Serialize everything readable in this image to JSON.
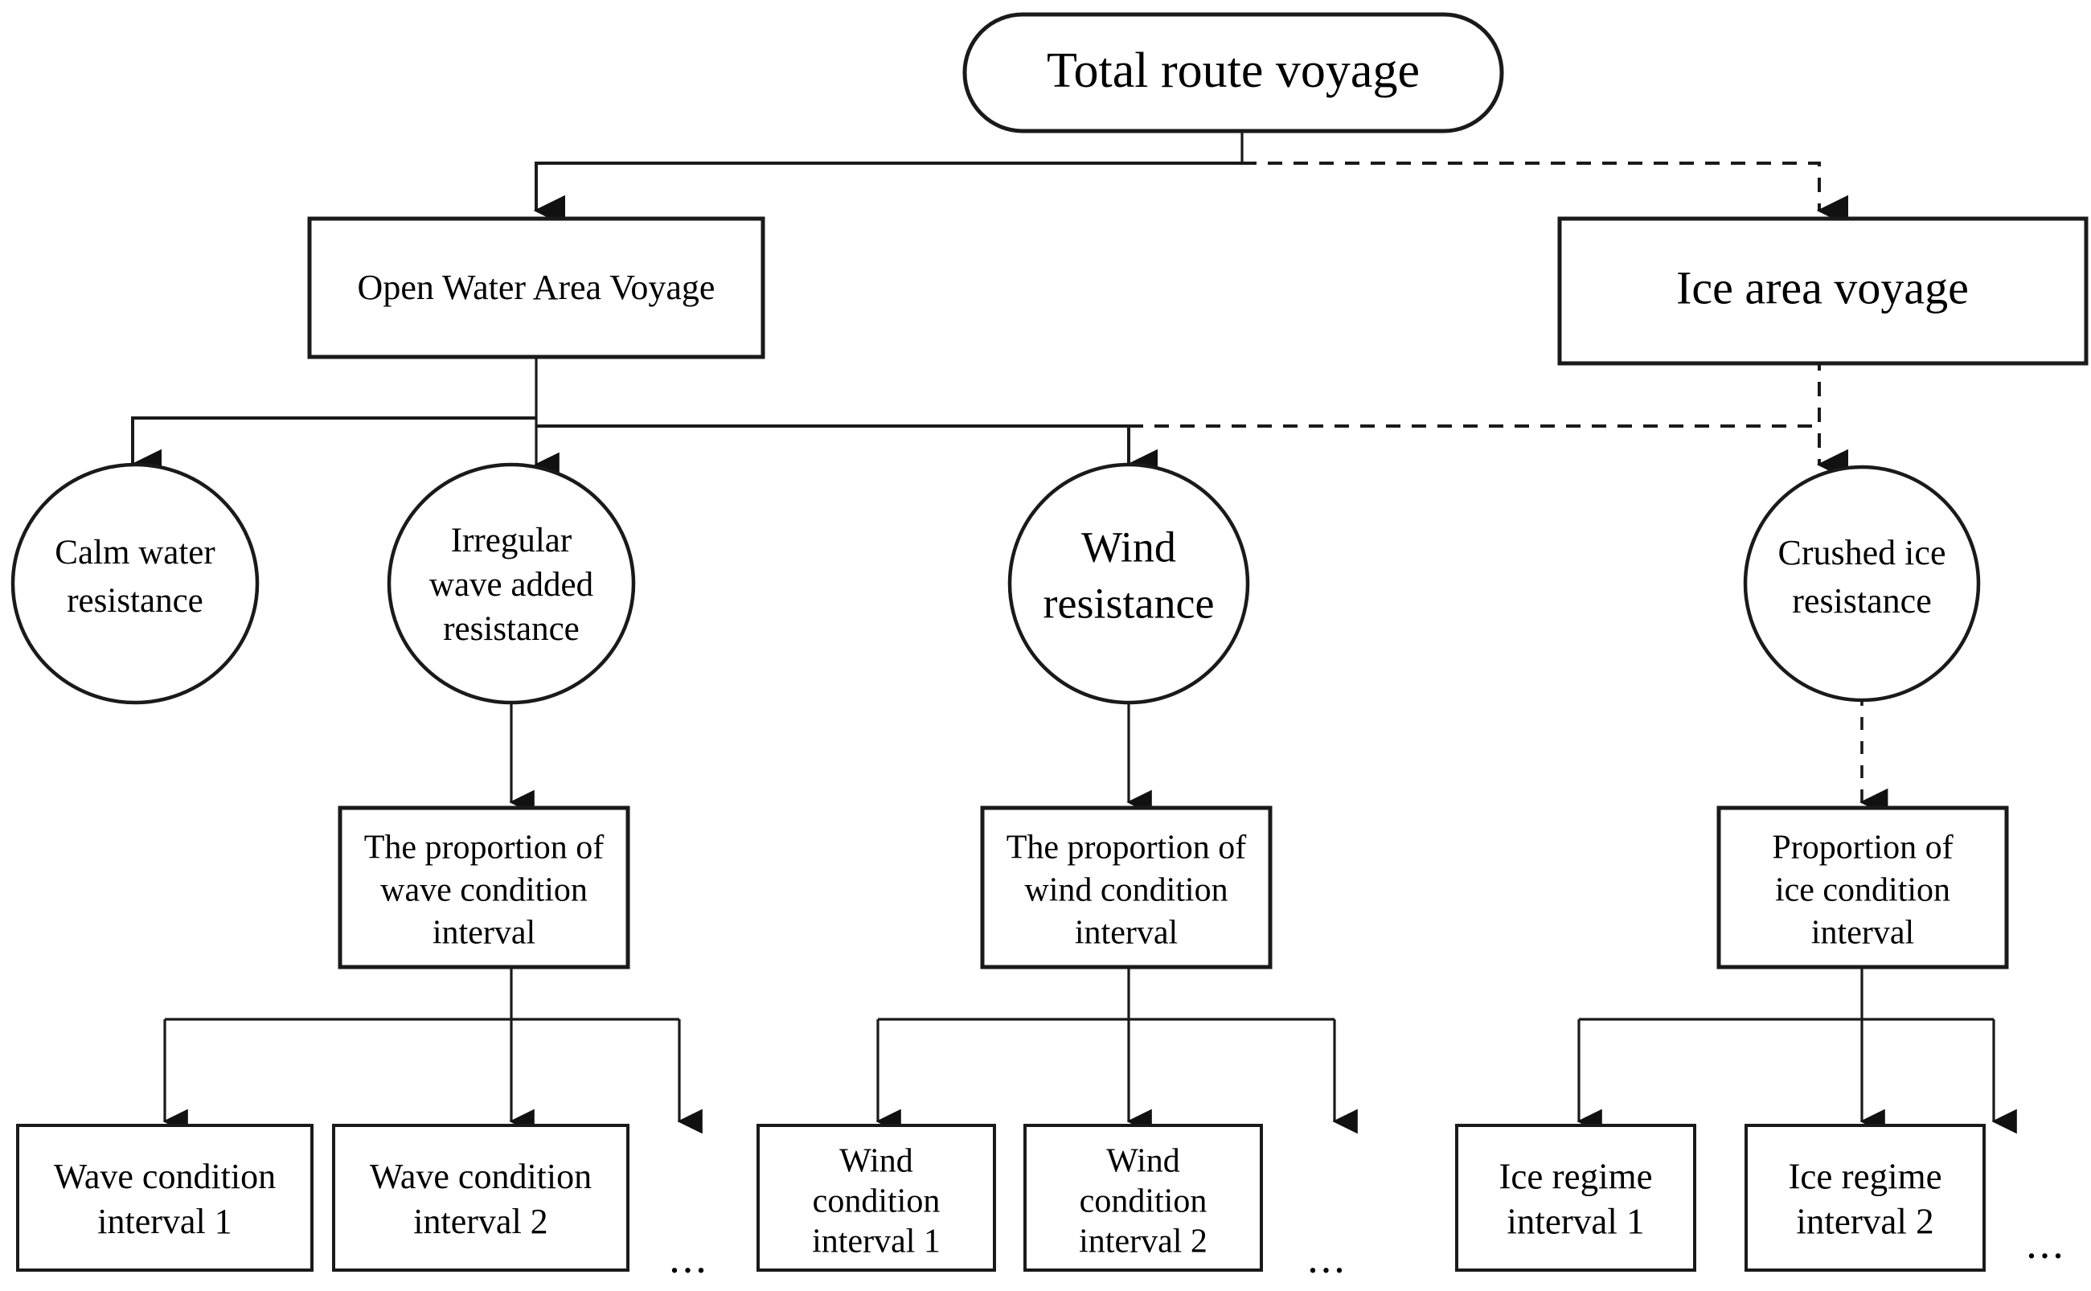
{
  "diagram": {
    "type": "tree-flowchart",
    "title_node": {
      "label": "Total route voyage",
      "shape": "stadium"
    },
    "level2": [
      {
        "id": "open-water-area-voyage",
        "label": "Open Water Area Voyage",
        "shape": "rectangle",
        "link": "solid"
      },
      {
        "id": "ice-area-voyage",
        "label": "Ice area voyage",
        "shape": "rectangle",
        "link": "dashed"
      }
    ],
    "level3": [
      {
        "id": "calm-water-resistance",
        "lines": [
          "Calm water",
          "resistance"
        ],
        "shape": "ellipse",
        "link": "solid"
      },
      {
        "id": "irregular-wave-added-resistance",
        "lines": [
          "Irregular",
          "wave added",
          "resistance"
        ],
        "shape": "ellipse",
        "link": "solid"
      },
      {
        "id": "wind-resistance",
        "lines": [
          "Wind",
          "resistance"
        ],
        "shape": "circle",
        "link": "solid"
      },
      {
        "id": "crushed-ice-resistance",
        "lines": [
          "Crushed ice",
          "resistance"
        ],
        "shape": "circle",
        "link": "dashed"
      }
    ],
    "level4": [
      {
        "id": "proportion-wave-condition-interval",
        "lines": [
          "The proportion of",
          "wave condition",
          "interval"
        ],
        "shape": "rectangle",
        "link": "solid"
      },
      {
        "id": "proportion-wind-condition-interval",
        "lines": [
          "The proportion of",
          "wind condition",
          "interval"
        ],
        "shape": "rectangle",
        "link": "solid"
      },
      {
        "id": "proportion-ice-condition-interval",
        "lines": [
          "Proportion of",
          "ice condition",
          "interval"
        ],
        "shape": "rectangle",
        "link": "dashed"
      }
    ],
    "level5": {
      "wave": [
        {
          "id": "wave-condition-interval-1",
          "lines": [
            "Wave condition",
            "interval 1"
          ]
        },
        {
          "id": "wave-condition-interval-2",
          "lines": [
            "Wave condition",
            "interval 2"
          ]
        }
      ],
      "wind": [
        {
          "id": "wind-condition-interval-1",
          "lines": [
            "Wind",
            "condition",
            "interval 1"
          ]
        },
        {
          "id": "wind-condition-interval-2",
          "lines": [
            "Wind",
            "condition",
            "interval 2"
          ]
        }
      ],
      "ice": [
        {
          "id": "ice-regime-interval-1",
          "lines": [
            "Ice regime",
            "interval 1"
          ]
        },
        {
          "id": "ice-regime-interval-2",
          "lines": [
            "Ice regime",
            "interval 2"
          ]
        }
      ]
    },
    "ellipses": [
      "...",
      "...",
      "..."
    ],
    "colors": {
      "stroke": "#1a1a1a",
      "fill": "#ffffff",
      "background": "#ffffff",
      "text": "#000000"
    }
  }
}
